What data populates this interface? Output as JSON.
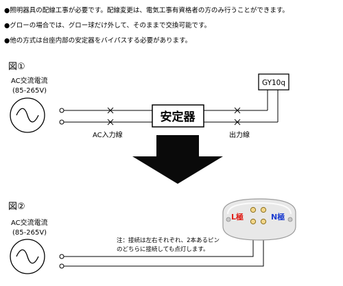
{
  "notes": [
    "●照明器具の配線工事が必要です。配線変更は、電気工事有資格者の方のみ行うことができます。",
    "●グローの場合では、グロー球だけ外して、そのままで交換可能です。",
    "●他の方式は台座内部の安定器をバイパスする必要があります。"
  ],
  "fig1": {
    "label": "図①",
    "source_title": "AC交流電流",
    "source_range": "(85-265V)",
    "ballast": "安定器",
    "glow": "GY10q",
    "input_label": "AC入力線",
    "output_label": "出力線"
  },
  "fig2": {
    "label": "図②",
    "source_title": "AC交流電流",
    "source_range": "(85-265V)",
    "note_line1": "注：接続は左右それぞれ、2本あるピン",
    "note_line2": "のどちらに接続しても点灯します。",
    "l_pole": "L極",
    "n_pole": "N極"
  },
  "colors": {
    "l_pole": "#e0201a",
    "n_pole": "#1f3fd0",
    "arrow": "#0a0a0a",
    "cap_body": "#e8e8e8"
  }
}
